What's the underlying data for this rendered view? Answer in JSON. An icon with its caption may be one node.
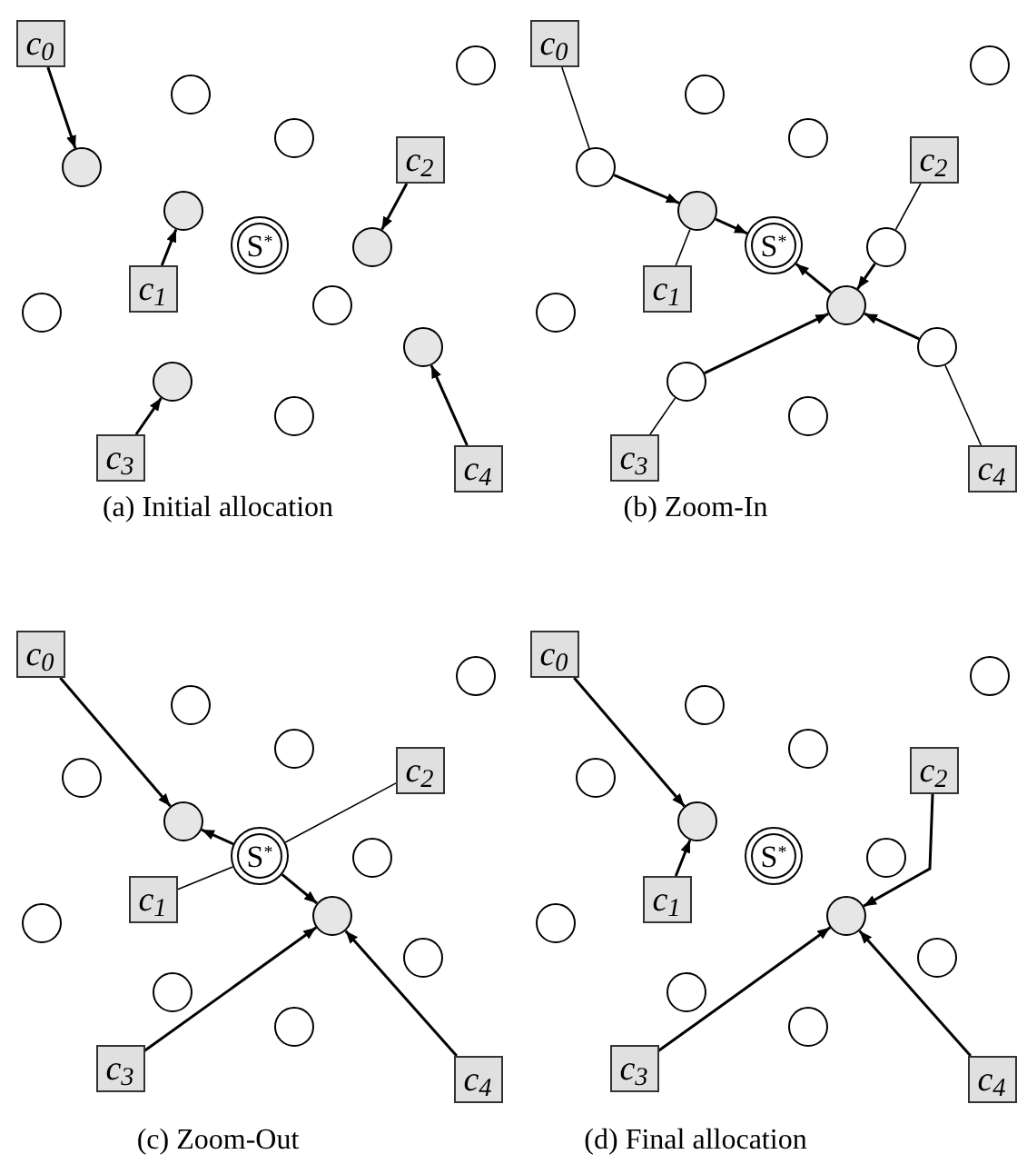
{
  "diagram": {
    "nodes": [
      {
        "text": [
          "c$_{0}$"
        ]
      },
      {
        "text": [
          "c$_{1}$"
        ]
      },
      {
        "text": [
          "c$_{2}$"
        ]
      },
      {
        "text": [
          "c$_{3}$"
        ]
      },
      {
        "text": [
          "c$_{4}$"
        ]
      },
      {
        "text": [
          "S$^{*}$"
        ]
      },
      {
        "text": [],
        "shape": "circle"
      },
      {
        "text": [],
        "shape": "circle"
      },
      {
        "text": [],
        "shape": "circle"
      },
      {
        "text": [],
        "shape": "circle"
      },
      {
        "text": [],
        "shape": "circle"
      },
      {
        "text": [],
        "shape": "circle"
      },
      {
        "text": [],
        "shape": "circle"
      },
      {
        "text": [],
        "shape": "circle"
      },
      {
        "text": [],
        "shape": "circle"
      },
      {
        "text": [],
        "shape": "circle"
      },
      {
        "text": [],
        "shape": "circle"
      },
      {
        "text": [
          "c$_{0}$"
        ]
      },
      {
        "text": [
          "c$_{1}$"
        ]
      },
      {
        "text": [
          "c$_{2}$"
        ]
      },
      {
        "text": [
          "c$_{3}$"
        ]
      },
      {
        "text": [
          "c$_{4}$"
        ]
      },
      {
        "text": [
          "S$^{*}$"
        ]
      },
      {
        "text": [],
        "shape": "circle"
      },
      {
        "text": [],
        "shape": "circle"
      },
      {
        "text": [],
        "shape": "circle"
      },
      {
        "text": [],
        "shape": "circle"
      },
      {
        "text": [],
        "shape": "circle"
      },
      {
        "text": [],
        "shape": "circle"
      },
      {
        "text": [],
        "shape": "circle"
      },
      {
        "text": [],
        "shape": "circle"
      },
      {
        "text": [],
        "shape": "circle"
      },
      {
        "text": [],
        "shape": "circle"
      },
      {
        "text": [],
        "shape": "circle"
      },
      {
        "text": [
          "c$_{0}$"
        ]
      },
      {
        "text": [
          "c$_{1}$"
        ]
      },
      {
        "text": [
          "c$_{2}$"
        ]
      },
      {
        "text": [
          "c$_{3}$"
        ]
      },
      {
        "text": [
          "c$_{4}$"
        ]
      },
      {
        "text": [
          "S$^{*}$"
        ]
      },
      {
        "text": [],
        "shape": "circle"
      },
      {
        "text": [],
        "shape": "circle"
      },
      {
        "text": [],
        "shape": "circle"
      },
      {
        "text": [],
        "shape": "circle"
      },
      {
        "text": [],
        "shape": "circle"
      },
      {
        "text": [],
        "shape": "circle"
      },
      {
        "text": [],
        "shape": "circle"
      },
      {
        "text": [],
        "shape": "circle"
      },
      {
        "text": [],
        "shape": "circle"
      },
      {
        "text": [],
        "shape": "circle"
      },
      {
        "text": [],
        "shape": "circle"
      },
      {
        "text": [
          "c$_{0}$"
        ]
      },
      {
        "text": [
          "c$_{1}$"
        ]
      },
      {
        "text": [
          "c$_{2}$"
        ]
      },
      {
        "text": [
          "c$_{3}$"
        ]
      },
      {
        "text": [
          "c$_{4}$"
        ]
      },
      {
        "text": [
          "S$^{*}$"
        ]
      },
      {
        "text": [],
        "shape": "circle"
      },
      {
        "text": [],
        "shape": "circle"
      },
      {
        "text": [],
        "shape": "circle"
      },
      {
        "text": [],
        "shape": "circle"
      },
      {
        "text": [],
        "shape": "circle"
      },
      {
        "text": [],
        "shape": "circle"
      },
      {
        "text": [],
        "shape": "circle"
      },
      {
        "text": [],
        "shape": "circle"
      },
      {
        "text": [],
        "shape": "circle"
      },
      {
        "text": [],
        "shape": "circle"
      },
      {
        "text": [],
        "shape": "circle"
      }
    ],
    "edges": [
      {
        "from": 0,
        "to": 9,
        "arrow": "to"
      },
      {
        "from": 1,
        "to": 10,
        "arrow": "to"
      },
      {
        "from": 2,
        "to": 11,
        "arrow": "to"
      },
      {
        "from": 3,
        "to": 14,
        "arrow": "to"
      },
      {
        "from": 4,
        "to": 15,
        "arrow": "to"
      },
      {
        "from": 17,
        "to": 26,
        "arrow": "none"
      },
      {
        "from": 26,
        "to": 27,
        "arrow": "to"
      },
      {
        "from": 18,
        "to": 27,
        "arrow": "none"
      },
      {
        "from": 27,
        "to": 22,
        "arrow": "to"
      },
      {
        "from": 19,
        "to": 28,
        "arrow": "none"
      },
      {
        "from": 28,
        "to": 29,
        "arrow": "to"
      },
      {
        "from": 29,
        "to": 22,
        "arrow": "to"
      },
      {
        "from": 20,
        "to": 31,
        "arrow": "none"
      },
      {
        "from": 31,
        "to": 29,
        "arrow": "to"
      },
      {
        "from": 21,
        "to": 32,
        "arrow": "none"
      },
      {
        "from": 32,
        "to": 29,
        "arrow": "to"
      },
      {
        "from": 34,
        "to": 44,
        "arrow": "to"
      },
      {
        "from": 35,
        "to": 39,
        "arrow": "none"
      },
      {
        "from": 36,
        "to": 39,
        "arrow": "none"
      },
      {
        "from": 39,
        "to": 44,
        "arrow": "to"
      },
      {
        "from": 39,
        "to": 46,
        "arrow": "to"
      },
      {
        "from": 37,
        "to": 46,
        "arrow": "to"
      },
      {
        "from": 38,
        "to": 46,
        "arrow": "to"
      },
      {
        "from": 51,
        "to": 61,
        "arrow": "to"
      },
      {
        "from": 52,
        "to": 61,
        "arrow": "to"
      },
      {
        "from": 53,
        "to": 63,
        "arrow": "to"
      },
      {
        "from": 54,
        "to": 63,
        "arrow": "to"
      },
      {
        "from": 55,
        "to": 63,
        "arrow": "to"
      }
    ],
    "labels": [
      "(a) Initial allocation",
      "(b) Zoom-In",
      "(c) Zoom-Out",
      "(d) Final allocation"
    ]
  }
}
